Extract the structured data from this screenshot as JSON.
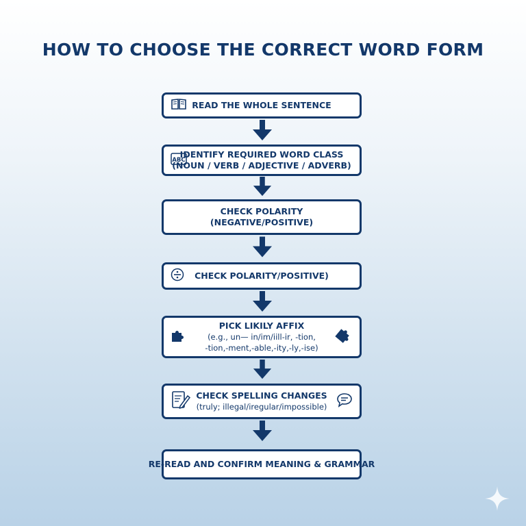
{
  "title": "HOW TO CHOOSE THE CORRECT WORD FORM",
  "steps": [
    {
      "lines": [
        "READ THE WHOLE SENTENCE"
      ],
      "icon_left": "open-book-icon"
    },
    {
      "lines": [
        "IDENTIFY REQUIRED WORD CLASS",
        "(NOUN / VERB / ADJECTIVE / ADVERB)"
      ],
      "icon_left": "abc-icon"
    },
    {
      "lines": [
        "CHECK POLARITY",
        "(NEGATIVE/POSITIVE)"
      ]
    },
    {
      "lines": [
        "CHECK POLARITY/POSITIVE)"
      ],
      "icon_left": "division-icon"
    },
    {
      "lines": [
        "PICK LIKILY AFFIX",
        "(e.g., un— in/im/iill-ir, -tion,",
        "-tion,-ment,-able,-ity,-ly,-ise)"
      ],
      "icon_left": "puzzle-piece-icon",
      "icon_right": "puzzle-piece-icon"
    },
    {
      "lines": [
        "CHECK SPELLING CHANGES",
        "(truly; illegal/iregular/impossible)"
      ],
      "icon_left": "document-pencil-icon",
      "icon_right": "speech-bubble-icon"
    },
    {
      "lines": [
        "RE-READ AND CONFIRM MEANING & GRAMMAR"
      ]
    }
  ],
  "colors": {
    "navy": "#13386a",
    "background_top": "#ffffff",
    "background_bottom": "#b9d2e7"
  },
  "decoration_icon": "sparkle-icon"
}
